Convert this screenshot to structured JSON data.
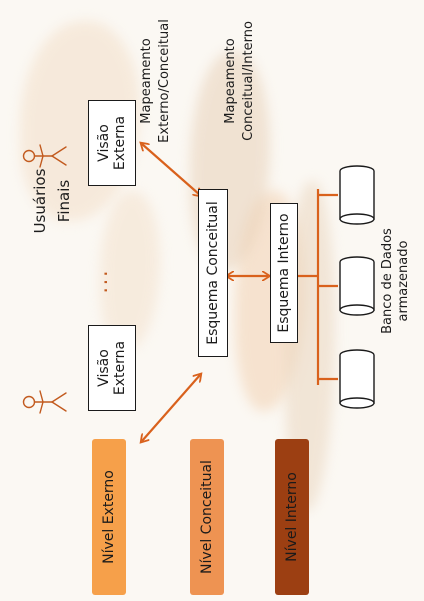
{
  "users": {
    "line1": "Usuários",
    "line2": "Finais"
  },
  "ellipsis": "...",
  "mappings": {
    "external_conceptual": {
      "line1": "Mapeamento",
      "line2": "Externo/Conceitual"
    },
    "conceptual_internal": {
      "line1": "Mapeamento",
      "line2": "Conceitual/Interno"
    }
  },
  "schemas": {
    "external_left": {
      "line1": "Visão",
      "line2": "Externa"
    },
    "external_right": {
      "line1": "Visão",
      "line2": "Externa"
    },
    "conceptual": "Esquema Conceitual",
    "internal": "Esquema Interno"
  },
  "storage": {
    "line1": "Banco de Dados",
    "line2": "armazenado"
  },
  "levels": {
    "external": "Nível Externo",
    "conceptual": "Nível Conceitual",
    "internal": "Nível Interno"
  },
  "colors": {
    "external_level": "#f6a04a",
    "conceptual_level": "#ee9352",
    "internal_level": "#9c3f12",
    "arrow": "#d9611c",
    "person_stroke": "#c25a1e"
  }
}
